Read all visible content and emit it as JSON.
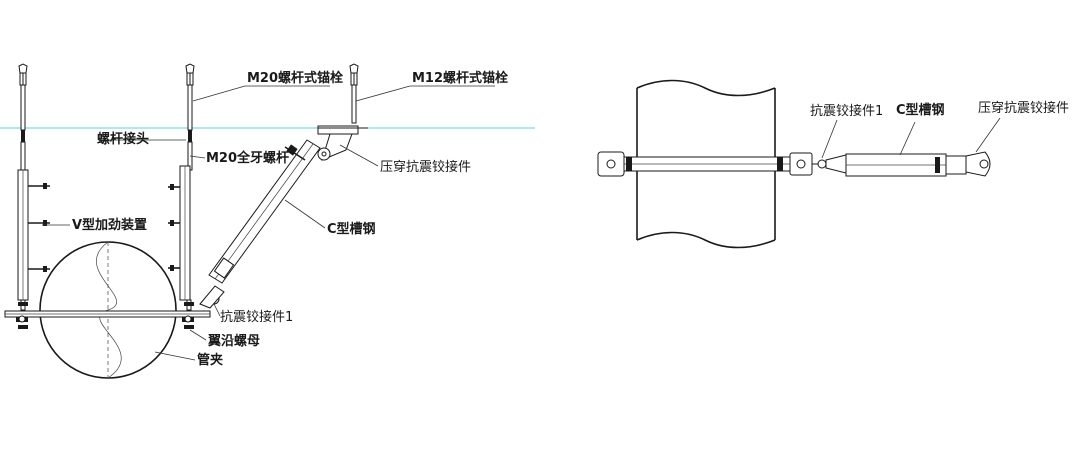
{
  "diagram": {
    "left_view": {
      "labels": {
        "m20_anchor": "M20螺杆式锚栓",
        "m12_anchor": "M12螺杆式锚栓",
        "rod_coupler": "螺杆接头",
        "m20_rod": "M20全牙螺杆",
        "pressure_hinge": "压穿抗震铰接件",
        "v_stiffener": "V型加劲装置",
        "c_channel": "C型槽钢",
        "hinge1": "抗震铰接件1",
        "flange_nut": "翼沿螺母",
        "pipe_clamp": "管夹"
      }
    },
    "right_view": {
      "labels": {
        "hinge1": "抗震铰接件1",
        "c_channel": "C型槽钢",
        "pressure_hinge": "压穿抗震铰接件"
      }
    }
  }
}
